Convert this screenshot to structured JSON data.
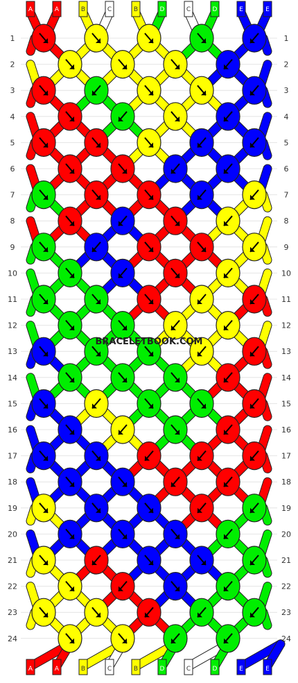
{
  "watermark": "BRACELETBOOK.COM",
  "colors": {
    "A": "#ff0000",
    "B": "#ffff00",
    "C": "#ffffff",
    "D": "#00ee00",
    "E": "#0000ff"
  },
  "strands_top": [
    "A",
    "A",
    "B",
    "C",
    "B",
    "D",
    "C",
    "D",
    "E",
    "E"
  ],
  "strands_bottom": [
    "A",
    "A",
    "B",
    "C",
    "B",
    "D",
    "C",
    "D",
    "E",
    "E"
  ],
  "row_numbers": [
    "1",
    "2",
    "3",
    "4",
    "5",
    "6",
    "7",
    "8",
    "9",
    "10",
    "11",
    "12",
    "13",
    "14",
    "15",
    "16",
    "17",
    "18",
    "19",
    "20",
    "21",
    "22",
    "23",
    "24"
  ],
  "knot_rows": [
    [
      [
        "A",
        "fwd"
      ],
      [
        "B",
        "fwd"
      ],
      [
        "B",
        "fwd"
      ],
      [
        "D",
        "fwd"
      ],
      [
        "E",
        "bwd"
      ]
    ],
    [
      [
        "B",
        "fwd"
      ],
      [
        "B",
        "fwd"
      ],
      [
        "B",
        "fwd"
      ],
      [
        "E",
        "bwd"
      ]
    ],
    [
      [
        "A",
        "fwd"
      ],
      [
        "D",
        "bwd"
      ],
      [
        "B",
        "fwd"
      ],
      [
        "B",
        "fwd"
      ],
      [
        "E",
        "bwd"
      ]
    ],
    [
      [
        "A",
        "fwd"
      ],
      [
        "D",
        "bwd"
      ],
      [
        "B",
        "fwd"
      ],
      [
        "E",
        "bwd"
      ]
    ],
    [
      [
        "A",
        "fwd"
      ],
      [
        "A",
        "fwd"
      ],
      [
        "B",
        "fwd"
      ],
      [
        "E",
        "bwd"
      ],
      [
        "E",
        "bwd"
      ]
    ],
    [
      [
        "A",
        "fwd"
      ],
      [
        "A",
        "fwd"
      ],
      [
        "E",
        "bwd"
      ],
      [
        "E",
        "bwd"
      ]
    ],
    [
      [
        "D",
        "fwd"
      ],
      [
        "A",
        "fwd"
      ],
      [
        "A",
        "fwd"
      ],
      [
        "E",
        "bwd"
      ],
      [
        "B",
        "bwd"
      ]
    ],
    [
      [
        "A",
        "fwd"
      ],
      [
        "E",
        "bwd"
      ],
      [
        "A",
        "fwd"
      ],
      [
        "B",
        "bwd"
      ]
    ],
    [
      [
        "D",
        "fwd"
      ],
      [
        "E",
        "bwd"
      ],
      [
        "A",
        "fwd"
      ],
      [
        "A",
        "fwd"
      ],
      [
        "B",
        "bwd"
      ]
    ],
    [
      [
        "D",
        "fwd"
      ],
      [
        "E",
        "bwd"
      ],
      [
        "A",
        "fwd"
      ],
      [
        "B",
        "bwd"
      ]
    ],
    [
      [
        "D",
        "fwd"
      ],
      [
        "D",
        "fwd"
      ],
      [
        "A",
        "fwd"
      ],
      [
        "B",
        "bwd"
      ],
      [
        "A",
        "bwd"
      ]
    ],
    [
      [
        "D",
        "fwd"
      ],
      [
        "D",
        "fwd"
      ],
      [
        "B",
        "bwd"
      ],
      [
        "B",
        "bwd"
      ]
    ],
    [
      [
        "E",
        "fwd"
      ],
      [
        "D",
        "fwd"
      ],
      [
        "D",
        "fwd"
      ],
      [
        "B",
        "bwd"
      ],
      [
        "A",
        "bwd"
      ]
    ],
    [
      [
        "D",
        "fwd"
      ],
      [
        "D",
        "fwd"
      ],
      [
        "D",
        "fwd"
      ],
      [
        "A",
        "bwd"
      ]
    ],
    [
      [
        "E",
        "fwd"
      ],
      [
        "B",
        "bwd"
      ],
      [
        "D",
        "fwd"
      ],
      [
        "D",
        "fwd"
      ],
      [
        "A",
        "bwd"
      ]
    ],
    [
      [
        "E",
        "fwd"
      ],
      [
        "B",
        "bwd"
      ],
      [
        "D",
        "fwd"
      ],
      [
        "A",
        "bwd"
      ]
    ],
    [
      [
        "E",
        "fwd"
      ],
      [
        "E",
        "fwd"
      ],
      [
        "A",
        "bwd"
      ],
      [
        "A",
        "bwd"
      ],
      [
        "A",
        "bwd"
      ]
    ],
    [
      [
        "E",
        "fwd"
      ],
      [
        "E",
        "fwd"
      ],
      [
        "A",
        "bwd"
      ],
      [
        "A",
        "bwd"
      ]
    ],
    [
      [
        "B",
        "fwd"
      ],
      [
        "E",
        "fwd"
      ],
      [
        "E",
        "fwd"
      ],
      [
        "A",
        "bwd"
      ],
      [
        "D",
        "bwd"
      ]
    ],
    [
      [
        "E",
        "fwd"
      ],
      [
        "E",
        "fwd"
      ],
      [
        "E",
        "fwd"
      ],
      [
        "D",
        "bwd"
      ]
    ],
    [
      [
        "B",
        "fwd"
      ],
      [
        "A",
        "bwd"
      ],
      [
        "E",
        "fwd"
      ],
      [
        "E",
        "fwd"
      ],
      [
        "D",
        "bwd"
      ]
    ],
    [
      [
        "B",
        "fwd"
      ],
      [
        "A",
        "bwd"
      ],
      [
        "E",
        "fwd"
      ],
      [
        "D",
        "bwd"
      ]
    ],
    [
      [
        "B",
        "fwd"
      ],
      [
        "B",
        "fwd"
      ],
      [
        "A",
        "bwd"
      ],
      [
        "D",
        "bwd"
      ],
      [
        "D",
        "bwd"
      ]
    ],
    [
      [
        "B",
        "fwd"
      ],
      [
        "B",
        "fwd"
      ],
      [
        "D",
        "bwd"
      ],
      [
        "D",
        "bwd"
      ]
    ]
  ]
}
